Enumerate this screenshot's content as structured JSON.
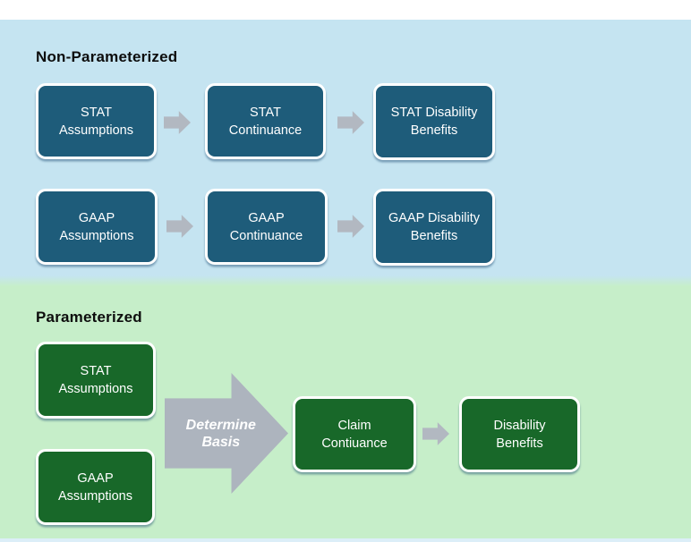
{
  "colors": {
    "page_background": "#ffffff",
    "blue_section_bg": "#c5e4f1",
    "green_section_bg": "#c6eec9",
    "bottom_strip": "#dceef8",
    "teal_box": "#1e5c7a",
    "green_box": "#186829",
    "arrow_gray": "#b2b8c1",
    "big_arrow_gray": "#adb4be",
    "box_text": "#ffffff",
    "title_text": "#0d0d0d"
  },
  "non_parameterized": {
    "title": "Non-Parameterized",
    "boxes": {
      "stat_assumptions": {
        "l1": "STAT",
        "l2": "Assumptions"
      },
      "stat_continuance": {
        "l1": "STAT",
        "l2": "Continuance"
      },
      "stat_disability": {
        "l1": "STAT Disability",
        "l2": "Benefits"
      },
      "gaap_assumptions": {
        "l1": "GAAP",
        "l2": "Assumptions"
      },
      "gaap_continuance": {
        "l1": "GAAP",
        "l2": "Continuance"
      },
      "gaap_disability": {
        "l1": "GAAP Disability",
        "l2": "Benefits"
      }
    }
  },
  "parameterized": {
    "title": "Parameterized",
    "boxes": {
      "stat_assumptions": {
        "l1": "STAT",
        "l2": "Assumptions"
      },
      "gaap_assumptions": {
        "l1": "GAAP",
        "l2": "Assumptions"
      },
      "claim_continuance": {
        "l1": "Claim",
        "l2": "Contiuance"
      },
      "disability_benefits": {
        "l1": "Disability",
        "l2": "Benefits"
      }
    },
    "arrow_label": {
      "l1": "Determine",
      "l2": "Basis"
    }
  }
}
